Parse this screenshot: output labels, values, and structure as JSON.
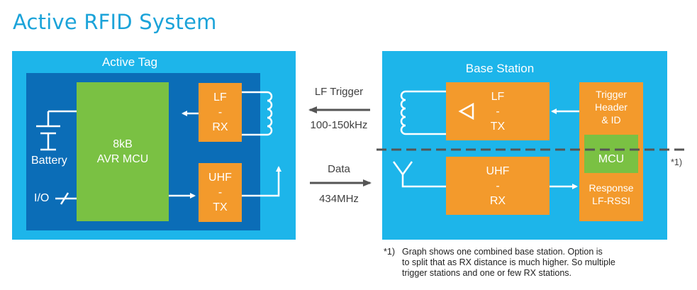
{
  "title": "Active RFID System",
  "tag": {
    "title": "Active Tag",
    "mcu_line1": "8kB",
    "mcu_line2": "AVR MCU",
    "lf_rx": [
      "LF",
      "-",
      "RX"
    ],
    "uhf_tx": [
      "UHF",
      "-",
      "TX"
    ],
    "battery": "Battery",
    "io": "I/O"
  },
  "link": {
    "lf_trigger": "LF Trigger",
    "lf_freq": "100-150kHz",
    "data": "Data",
    "data_freq": "434MHz"
  },
  "base": {
    "title": "Base Station",
    "lf_tx": [
      "LF",
      "-",
      "TX"
    ],
    "uhf_rx": [
      "UHF",
      "-",
      "RX"
    ],
    "trigger": [
      "Trigger",
      "Header",
      "& ID"
    ],
    "mcu": "MCU",
    "response": [
      "Response",
      "LF-RSSI"
    ]
  },
  "footnote_marker": "*1)",
  "footnote": {
    "marker": "*1)",
    "lines": [
      "Graph shows one combined base station. Option is",
      "to split that as RX distance is much higher. So multiple",
      "trigger stations and one or few RX stations."
    ]
  },
  "colors": {
    "title": "#1ba3d9",
    "panel": "#1db5ea",
    "tag_inner": "#0b6db7",
    "mcu": "#7ac143",
    "module": "#f39a2c",
    "arrow": "#555555"
  }
}
